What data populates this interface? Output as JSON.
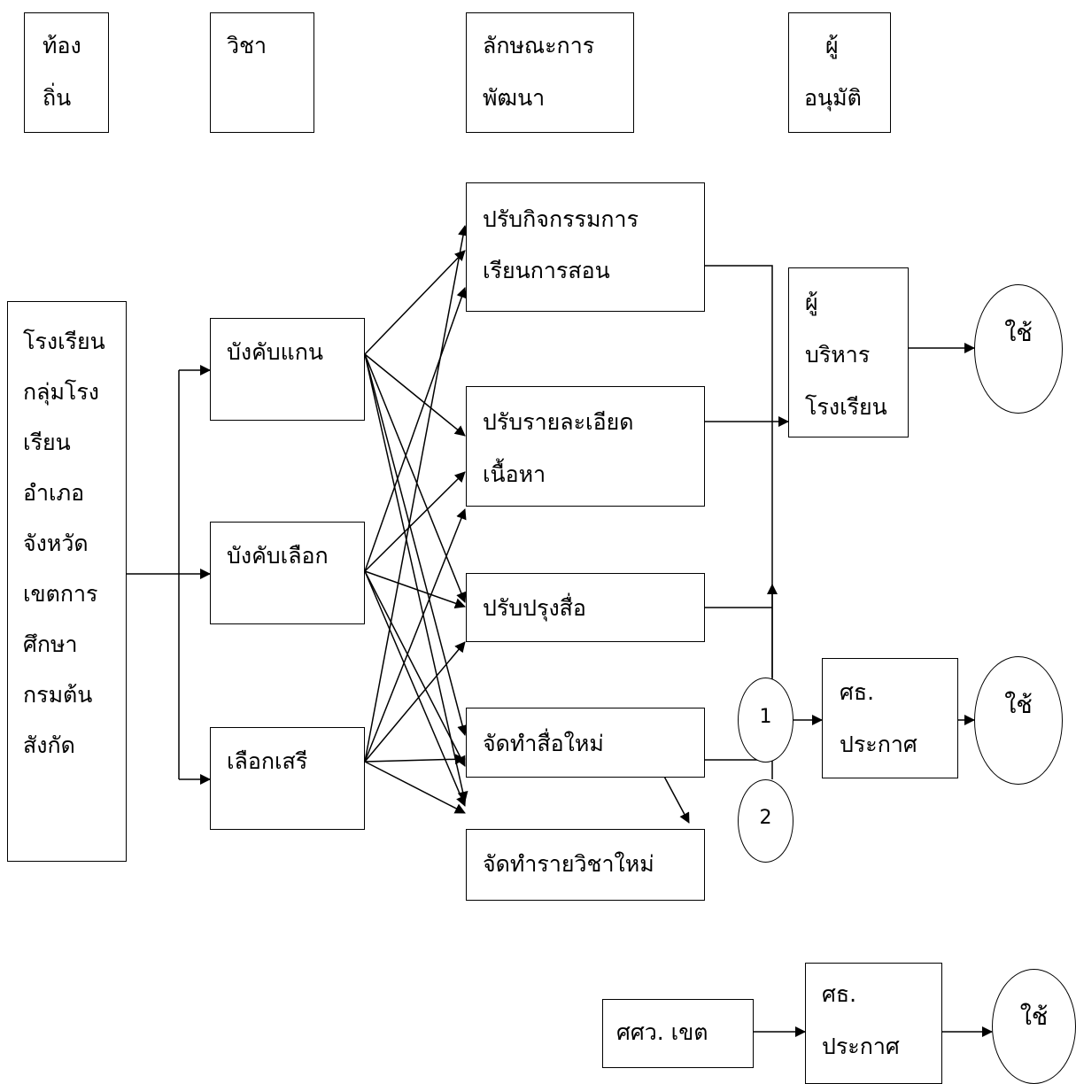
{
  "headers": {
    "locality": [
      "ท้อง",
      "ถิ่น"
    ],
    "subject": [
      "วิชา"
    ],
    "development": [
      "ลักษณะการ",
      "พัฒนา"
    ],
    "approver": [
      "ผู้",
      "อนุมัติ"
    ]
  },
  "locality_levels": [
    "โรงเรียน",
    "กลุ่มโรง",
    "เรียน",
    "อำเภอ",
    "จังหวัด",
    "เขตการ",
    "ศึกษา",
    "กรมต้น",
    "สังกัด"
  ],
  "subjects": {
    "core": "บังคับแกน",
    "required_elective": "บังคับเลือก",
    "free_elective": "เลือกเสรี"
  },
  "developments": {
    "adjust_activities": [
      "ปรับกิจกรรมการ",
      "เรียนการสอน"
    ],
    "adjust_content": [
      "ปรับรายละเอียด",
      "เนื้อหา"
    ],
    "improve_media": "ปรับปรุงสื่อ",
    "new_media": "จัดทำสื่อใหม่",
    "new_course": "จัดทำรายวิชาใหม่"
  },
  "approvers": {
    "school_admin": [
      "ผู้",
      "บริหาร",
      "โรงเรียน"
    ],
    "moe_announce_1": [
      "ศธ.",
      "ประกาศ"
    ],
    "regional_office": "ศศว. เขต",
    "moe_announce_2": [
      "ศธ.",
      "ประกาศ"
    ]
  },
  "connectors": {
    "one": "1",
    "two": "2"
  },
  "use_label": "ใช้"
}
